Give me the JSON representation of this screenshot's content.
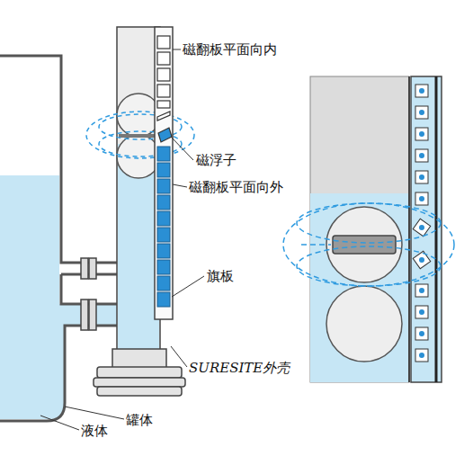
{
  "diagram": {
    "labels": [
      "磁翻板平面向内",
      "磁浮子",
      "磁翻板平面向外",
      "旗板",
      "SURESITE外壳",
      "液体",
      "罐体"
    ]
  }
}
